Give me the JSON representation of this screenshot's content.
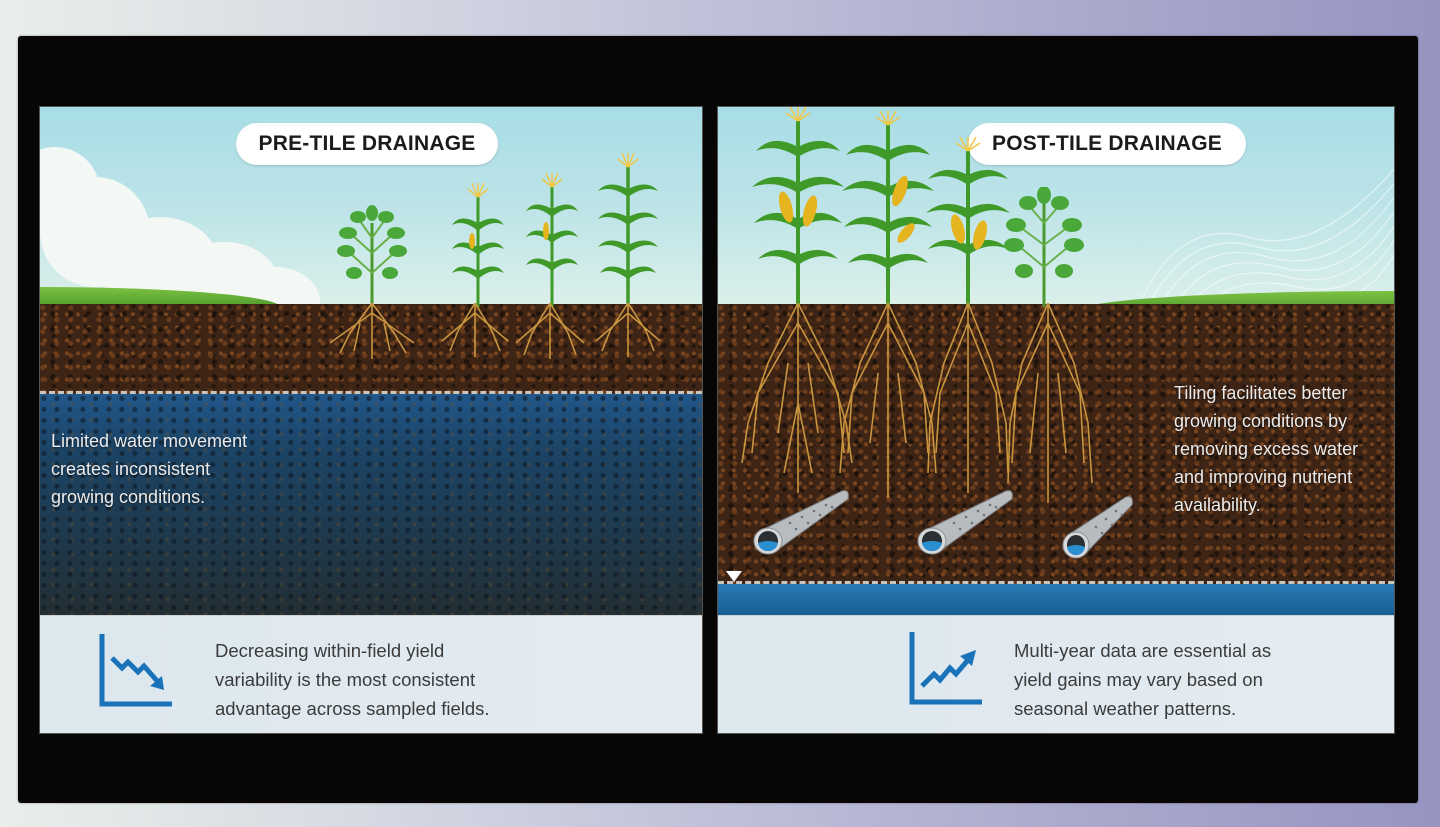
{
  "panels": {
    "pre": {
      "title": "PRE-TILE DRAINAGE",
      "overlay_text": [
        "Limited water movement",
        "creates inconsistent",
        "growing conditions."
      ],
      "caption": [
        "Decreasing within-field yield",
        "variability is the most consistent",
        "advantage across sampled fields."
      ],
      "caption_icon": "chart-trend-down-icon",
      "plants": [
        "soybean",
        "corn",
        "corn",
        "corn"
      ],
      "water_table": "high"
    },
    "post": {
      "title": "POST-TILE DRAINAGE",
      "overlay_text": [
        "Tiling facilitates better",
        "growing conditions by",
        "removing excess water",
        "and improving nutrient",
        "availability."
      ],
      "caption": [
        "Multi-year data are essential as",
        "yield gains may vary based on",
        "seasonal weather patterns."
      ],
      "caption_icon": "chart-trend-up-icon",
      "plants": [
        "corn",
        "corn",
        "corn",
        "soybean"
      ],
      "tile_pipes": 3,
      "water_table": "low"
    }
  },
  "colors": {
    "accent_blue": "#1a73b8",
    "soil": "#3e2415",
    "water_deep": "#1c4466",
    "water_shallow": "#1f6ba3",
    "root": "#c8953f",
    "leaf": "#3f9a2a",
    "corn_ear": "#e6b41e"
  }
}
